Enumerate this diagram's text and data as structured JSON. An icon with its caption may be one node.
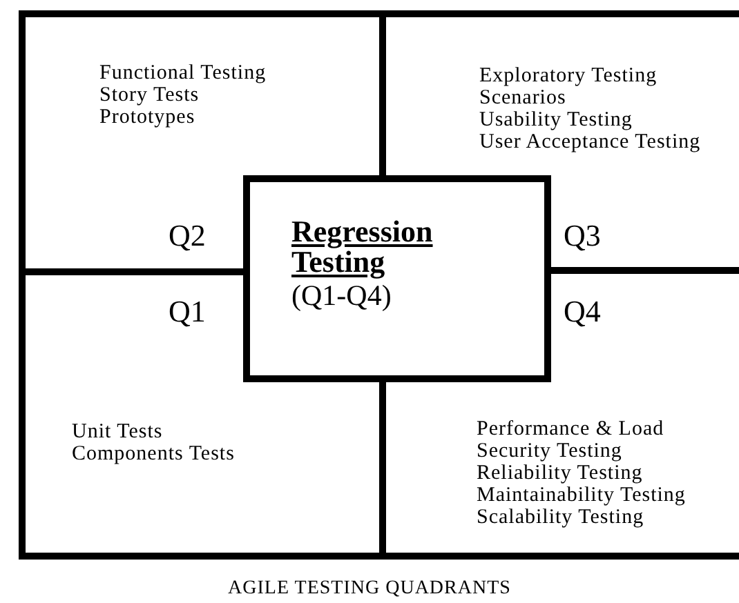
{
  "diagram": {
    "caption": "AGILE TESTING QUADRANTS",
    "nodes": [
      {
        "text": [
          "Functional Testing",
          "Story Tests",
          "Prototypes",
          "Q2"
        ]
      },
      {
        "text": [
          "Exploratory Testing",
          "Scenarios",
          "Usability Testing",
          "User Acceptance Testing",
          "Q3"
        ]
      },
      {
        "text": [
          "Regression Testing",
          "(Q1-Q4)"
        ]
      },
      {
        "text": [
          "Q1",
          "Unit Tests",
          "Components Tests"
        ]
      },
      {
        "text": [
          "Q4",
          "Performance & Load",
          "Security Testing",
          "Reliability Testing",
          "Maintainability Testing",
          "Scalability Testing"
        ]
      }
    ]
  }
}
